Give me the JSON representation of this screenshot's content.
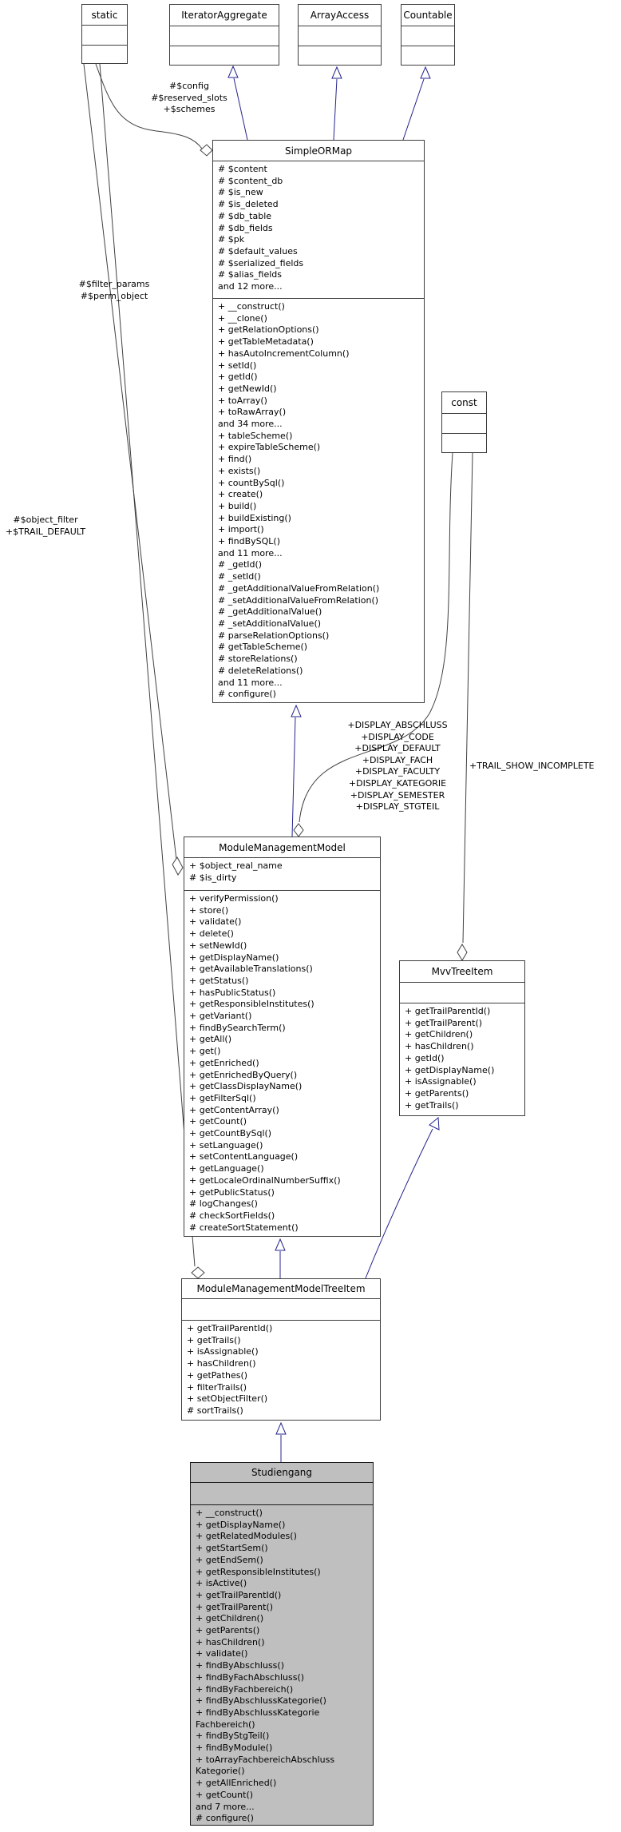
{
  "colors": {
    "inheritance_edge": "#24248f",
    "usage_edge": "#404040",
    "box_border": "#3d3d3d",
    "highlight_fill": "#bfbfbf",
    "box_fill": "#ffffff"
  },
  "classes": {
    "static_box": {
      "title": "static"
    },
    "iterator_aggregate": {
      "title": "IteratorAggregate"
    },
    "array_access": {
      "title": "ArrayAccess"
    },
    "countable": {
      "title": "Countable"
    },
    "const_box": {
      "title": "const"
    },
    "simple_or_map": {
      "title": "SimpleORMap",
      "attributes": [
        "# $content",
        "# $content_db",
        "# $is_new",
        "# $is_deleted",
        "# $db_table",
        "# $db_fields",
        "# $pk",
        "# $default_values",
        "# $serialized_fields",
        "# $alias_fields",
        "and 12 more..."
      ],
      "methods": [
        "+ __construct()",
        "+ __clone()",
        "+ getRelationOptions()",
        "+ getTableMetadata()",
        "+ hasAutoIncrementColumn()",
        "+ setId()",
        "+ getId()",
        "+ getNewId()",
        "+ toArray()",
        "+ toRawArray()",
        "and 34 more...",
        "+ tableScheme()",
        "+ expireTableScheme()",
        "+ find()",
        "+ exists()",
        "+ countBySql()",
        "+ create()",
        "+ build()",
        "+ buildExisting()",
        "+ import()",
        "+ findBySQL()",
        "and 11 more...",
        "# _getId()",
        "# _setId()",
        "# _getAdditionalValueFromRelation()",
        "# _setAdditionalValueFromRelation()",
        "# _getAdditionalValue()",
        "# _setAdditionalValue()",
        "# parseRelationOptions()",
        "# getTableScheme()",
        "# storeRelations()",
        "# deleteRelations()",
        "and 11 more...",
        "# configure()"
      ]
    },
    "module_management_model": {
      "title": "ModuleManagementModel",
      "attributes": [
        "+ $object_real_name",
        "# $is_dirty"
      ],
      "methods": [
        "+ verifyPermission()",
        "+ store()",
        "+ validate()",
        "+ delete()",
        "+ setNewId()",
        "+ getDisplayName()",
        "+ getAvailableTranslations()",
        "+ getStatus()",
        "+ hasPublicStatus()",
        "+ getResponsibleInstitutes()",
        "+ getVariant()",
        "+ findBySearchTerm()",
        "+ getAll()",
        "+ get()",
        "+ getEnriched()",
        "+ getEnrichedByQuery()",
        "+ getClassDisplayName()",
        "+ getFilterSql()",
        "+ getContentArray()",
        "+ getCount()",
        "+ getCountBySql()",
        "+ setLanguage()",
        "+ setContentLanguage()",
        "+ getLanguage()",
        "+ getLocaleOrdinalNumberSuffix()",
        "+ getPublicStatus()",
        "# logChanges()",
        "# checkSortFields()",
        "# createSortStatement()"
      ]
    },
    "mvv_tree_item": {
      "title": "MvvTreeItem",
      "methods": [
        "+ getTrailParentId()",
        "+ getTrailParent()",
        "+ getChildren()",
        "+ hasChildren()",
        "+ getId()",
        "+ getDisplayName()",
        "+ isAssignable()",
        "+ getParents()",
        "+ getTrails()"
      ]
    },
    "module_management_model_tree_item": {
      "title": "ModuleManagementModelTreeItem",
      "methods": [
        "+ getTrailParentId()",
        "+ getTrails()",
        "+ isAssignable()",
        "+ hasChildren()",
        "+ getPathes()",
        "+ filterTrails()",
        "+ setObjectFilter()",
        "# sortTrails()"
      ]
    },
    "studiengang": {
      "title": "Studiengang",
      "methods": [
        "+ __construct()",
        "+ getDisplayName()",
        "+ getRelatedModules()",
        "+ getStartSem()",
        "+ getEndSem()",
        "+ getResponsibleInstitutes()",
        "+ isActive()",
        "+ getTrailParentId()",
        "+ getTrailParent()",
        "+ getChildren()",
        "+ getParents()",
        "+ hasChildren()",
        "+ validate()",
        "+ findByAbschluss()",
        "+ findByFachAbschluss()",
        "+ findByFachbereich()",
        "+ findByAbschlussKategorie()",
        "+ findByAbschlussKategorie",
        "Fachbereich()",
        "+ findByStgTeil()",
        "+ findByModule()",
        "+ toArrayFachbereichAbschluss",
        "Kategorie()",
        "+ getAllEnriched()",
        "+ getCount()",
        "and 7 more...",
        "# configure()"
      ]
    }
  },
  "edge_labels": {
    "static_to_simpleormap": [
      "#$config",
      "#$reserved_slots",
      "+$schemes"
    ],
    "static_to_modulemanagementmodel": [
      "#$filter_params",
      "#$perm_object"
    ],
    "static_to_treeitem": [
      "#$object_filter",
      "+$TRAIL_DEFAULT"
    ],
    "const_to_modulemanagementmodel": [
      "+DISPLAY_ABSCHLUSS",
      "+DISPLAY_CODE",
      "+DISPLAY_DEFAULT",
      "+DISPLAY_FACH",
      "+DISPLAY_FACULTY",
      "+DISPLAY_KATEGORIE",
      "+DISPLAY_SEMESTER",
      "+DISPLAY_STGTEIL"
    ],
    "const_to_mvvtreeitem": "+TRAIL_SHOW_INCOMPLETE"
  }
}
